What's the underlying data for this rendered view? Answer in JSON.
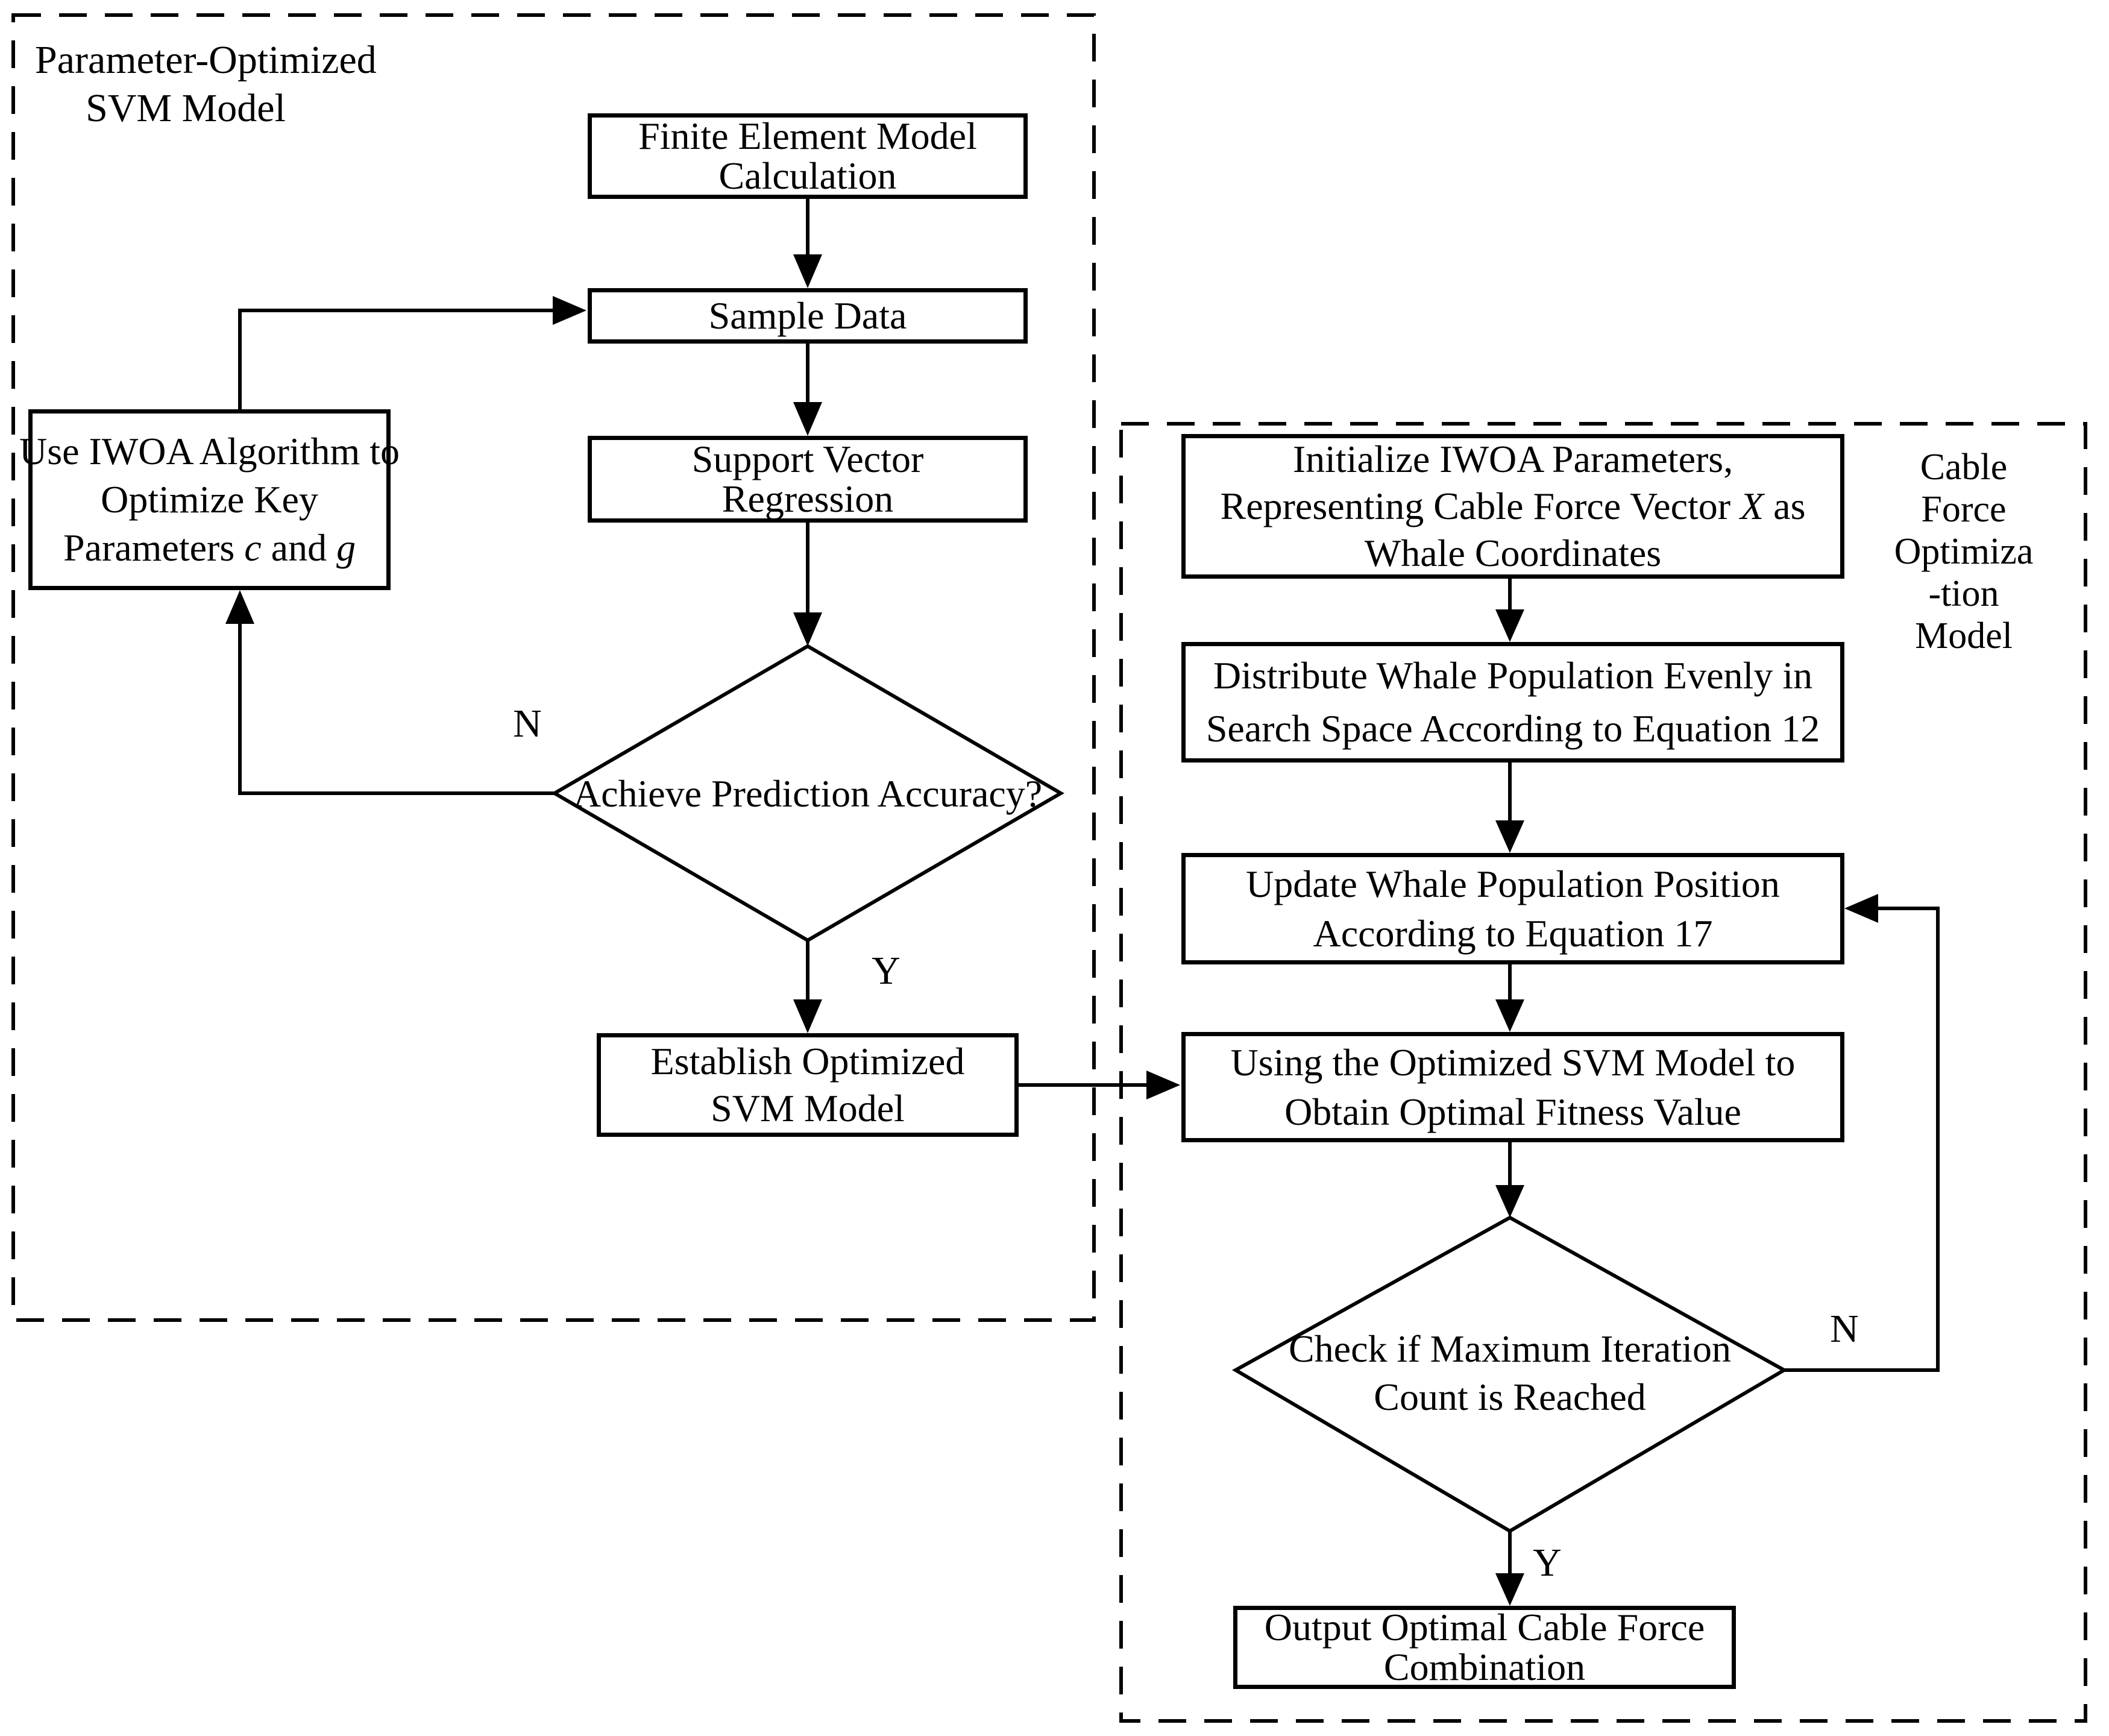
{
  "left_panel": {
    "title": [
      "Parameter-Optimized",
      "SVM Model"
    ],
    "fem_box": [
      "Finite Element Model",
      "Calculation"
    ],
    "sample_box": "Sample Data",
    "svr_box": [
      "Support Vector",
      "Regression"
    ],
    "iwoa_box": {
      "line1": "Use IWOA Algorithm to",
      "line2": "Optimize Key",
      "line3_pre": "Parameters ",
      "param_c": "c",
      "line3_mid": " and ",
      "param_g": "g"
    },
    "decision": "Achieve Prediction Accuracy?",
    "establish_box": [
      "Establish Optimized",
      "SVM Model"
    ],
    "labels": {
      "no": "N",
      "yes": "Y"
    }
  },
  "right_panel": {
    "side_label": [
      "Cable",
      "Force",
      "Optimiza",
      "-tion",
      "Model"
    ],
    "init_box": {
      "line1": "Initialize IWOA Parameters,",
      "line2_pre": "Representing Cable Force Vector ",
      "vector_x": "X",
      "line2_post": " as",
      "line3": "Whale Coordinates"
    },
    "distribute_box": [
      "Distribute Whale Population Evenly in",
      "Search Space According to Equation 12"
    ],
    "update_box": [
      "Update Whale Population Position",
      "According to Equation 17"
    ],
    "using_box": [
      "Using the Optimized SVM Model to",
      "Obtain Optimal Fitness Value"
    ],
    "decision": [
      "Check if Maximum Iteration",
      "Count is Reached"
    ],
    "output_box": [
      "Output Optimal Cable Force",
      "Combination"
    ],
    "labels": {
      "no": "N",
      "yes": "Y"
    }
  },
  "colors": {
    "ink": "#000000",
    "background": "#ffffff"
  }
}
